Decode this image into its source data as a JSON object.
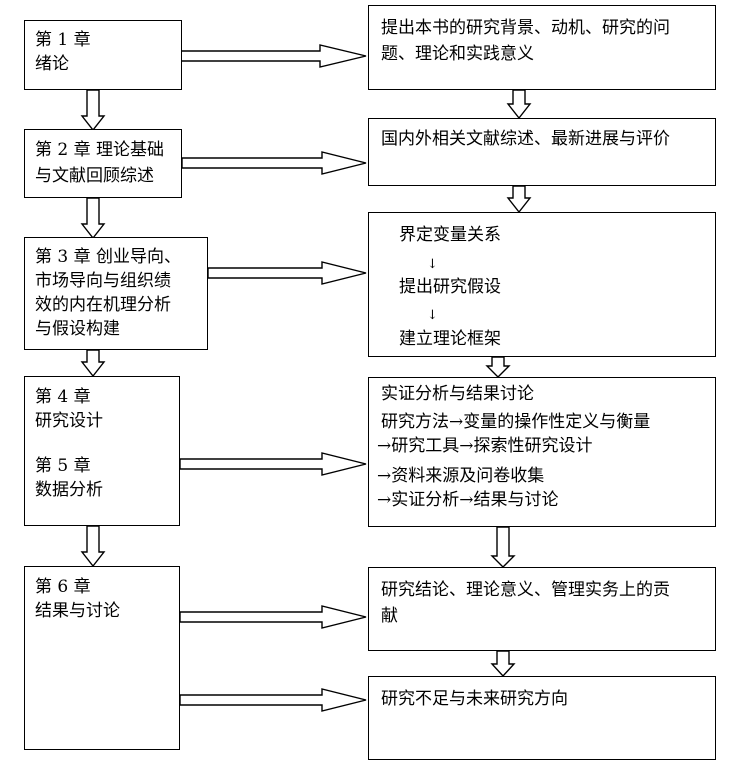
{
  "left": {
    "ch1": [
      "第 1 章",
      "绪论"
    ],
    "ch2": [
      "第 2 章  理论基础",
      "与文献回顾综述"
    ],
    "ch3": [
      "第 3 章  创业导向、",
      "市场导向与组织绩",
      "效的内在机理分析",
      "与假设构建"
    ],
    "ch45": [
      "第 4 章",
      "研究设计",
      "第 5 章",
      "数据分析"
    ],
    "ch6": [
      "第 6 章",
      "结果与讨论"
    ]
  },
  "right": {
    "r1": [
      "提出本书的研究背景、动机、研究的问",
      "题、理论和实践意义"
    ],
    "r2": "国内外相关文献综述、最新进展与评价",
    "r3": [
      "界定变量关系",
      "↓",
      "提出研究假设",
      "↓",
      "建立理论框架"
    ],
    "r4": [
      "实证分析与结果讨论",
      "研究方法→变量的操作性定义与衡量",
      "→研究工具→探索性研究设计",
      "→资料来源及问卷收集",
      "→实证分析→结果与讨论"
    ],
    "r5": [
      "研究结论、理论意义、管理实务上的贡",
      "献"
    ],
    "r6": "研究不足与未来研究方向"
  }
}
